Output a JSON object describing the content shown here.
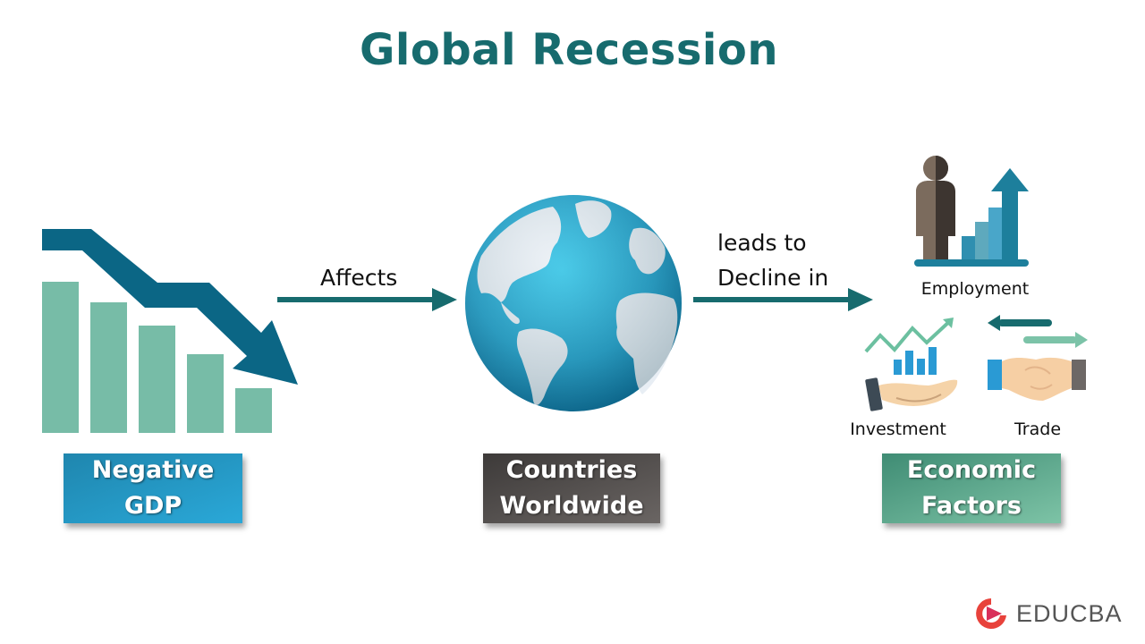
{
  "title": "Global Recession",
  "colors": {
    "title": "#176b6e",
    "arrow": "#176b6e",
    "bars": "#77bca7",
    "decline_arrow": "#0b6685",
    "globe_ocean": "#1a9ec9",
    "globe_land": "#e8eef4",
    "box_gdp": "#2aa0cf",
    "box_countries": "#555150",
    "box_economic": "#6aaa90",
    "logo": "#e8423b"
  },
  "nodes": [
    {
      "id": "negative-gdp",
      "line1": "Negative",
      "line2": "GDP",
      "icon": "declining-bar-chart-icon"
    },
    {
      "id": "countries-worldwide",
      "line1": "Countries",
      "line2": "Worldwide",
      "icon": "globe-icon"
    },
    {
      "id": "economic-factors",
      "line1": "Economic",
      "line2": "Factors",
      "icon": "economic-factors-icons"
    }
  ],
  "edges": [
    {
      "from": "negative-gdp",
      "to": "countries-worldwide",
      "label": "Affects"
    },
    {
      "from": "countries-worldwide",
      "to": "economic-factors",
      "label_line1": "leads to",
      "label_line2": "Decline in"
    }
  ],
  "factors": [
    {
      "label": "Employment",
      "icon": "employment-icon"
    },
    {
      "label": "Investment",
      "icon": "investment-icon"
    },
    {
      "label": "Trade",
      "icon": "trade-handshake-icon"
    }
  ],
  "gdp_bars": [
    169,
    146,
    120,
    88,
    50
  ],
  "logo": {
    "text": "EDUCBA"
  }
}
